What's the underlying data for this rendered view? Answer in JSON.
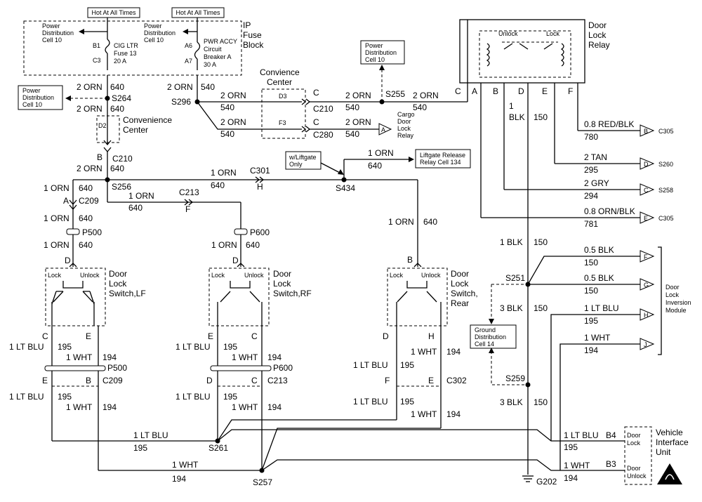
{
  "texts": {
    "hot1": "Hot At All Times",
    "hot2": "Hot At All Times",
    "ip_fuse_block": [
      "IP",
      "Fuse",
      "Block"
    ],
    "pd_cell_a": [
      "Power",
      "Distribution",
      "Cell 10"
    ],
    "pd_cell_b": [
      "Power",
      "Distribution",
      "Cell 10"
    ],
    "pd_cell_c": [
      "Power",
      "Distribution",
      "Cell 10"
    ],
    "pd_cell_d": [
      "Power",
      "Distribution",
      "Cell 10"
    ],
    "b1": "B1",
    "c3": "C3",
    "a6": "A6",
    "a7": "A7",
    "cig_fuse": [
      "CIG LTR",
      "Fuse 13",
      "20 A"
    ],
    "pwr_accy": [
      "PWR ACCY",
      "Circuit",
      "Breaker A",
      "30 A"
    ],
    "door_lock_relay": [
      "Door",
      "Lock",
      "Relay"
    ],
    "unlock": "Unlock",
    "lock": "Lock",
    "relay_pins": [
      "C",
      "A",
      "B",
      "D",
      "E",
      "F"
    ],
    "convience_center": [
      "Convience",
      "Center"
    ],
    "convenience_center": [
      "Convenience",
      "Center"
    ],
    "d3": "D3",
    "f3": "F3",
    "d2": "D2",
    "cargo_relay": [
      "Cargo",
      "Door",
      "Lock",
      "Relay"
    ],
    "wliftgate": [
      "w/Liftgate",
      "Only"
    ],
    "liftgate_relay": [
      "Liftgate Release",
      "Relay Cell 134"
    ],
    "splices": {
      "s264": "S264",
      "s296": "S296",
      "s255": "S255",
      "s256": "S256",
      "s434": "S434",
      "s251": "S251",
      "s259": "S259",
      "s261": "S261",
      "s257": "S257",
      "g202": "G202"
    },
    "connectors": {
      "c210": "C210",
      "c210b": "C210",
      "c280": "C280",
      "c301": "C301",
      "c213": "C213",
      "c209": "C209",
      "p500": "P500",
      "p600": "P600",
      "p500b": "P500",
      "p600b": "P600",
      "c209b": "C209",
      "c213b": "C213",
      "c302": "C302",
      "c305a": "C305",
      "c305b": "C305",
      "s260": "S260",
      "s258": "S258"
    },
    "wire_labels": {
      "orn2": "2 ORN",
      "orn1": "1 ORN",
      "n640": "640",
      "n540": "540",
      "ltblu1": "1 LT BLU",
      "n195": "195",
      "wht1": "1 WHT",
      "n194": "194",
      "blk1": "1 BLK",
      "blk3": "3 BLK",
      "n150": "150",
      "redblk": "0.8 RED/BLK",
      "n780": "780",
      "tan2": "2 TAN",
      "n295": "295",
      "gry2": "2 GRY",
      "n294": "294",
      "ornblk": "0.8 ORN/BLK",
      "n781": "781",
      "blk05": "0.5 BLK",
      "blk1n": "1",
      "blkword": "BLK"
    },
    "pin_letters": [
      "A",
      "B",
      "C",
      "D",
      "E",
      "F",
      "G",
      "H",
      "J"
    ],
    "lock_switch_lf": [
      "Door",
      "Lock",
      "Switch,LF"
    ],
    "lock_switch_rf": [
      "Door",
      "Lock",
      "Switch,RF"
    ],
    "lock_switch_rear": [
      "Door",
      "Lock",
      "Switch,",
      "Rear"
    ],
    "ground_cell": [
      "Ground",
      "Distribution",
      "Cell 14"
    ],
    "inversion_module": [
      "Door",
      "Lock",
      "Inversion",
      "Module"
    ],
    "viu": [
      "Vehicle",
      "Interface",
      "Unit"
    ],
    "viu_door_lock": [
      "Door",
      "Lock"
    ],
    "viu_door_unlock": [
      "Door",
      "Unlock"
    ],
    "b4": "B4",
    "b3": "B3"
  }
}
